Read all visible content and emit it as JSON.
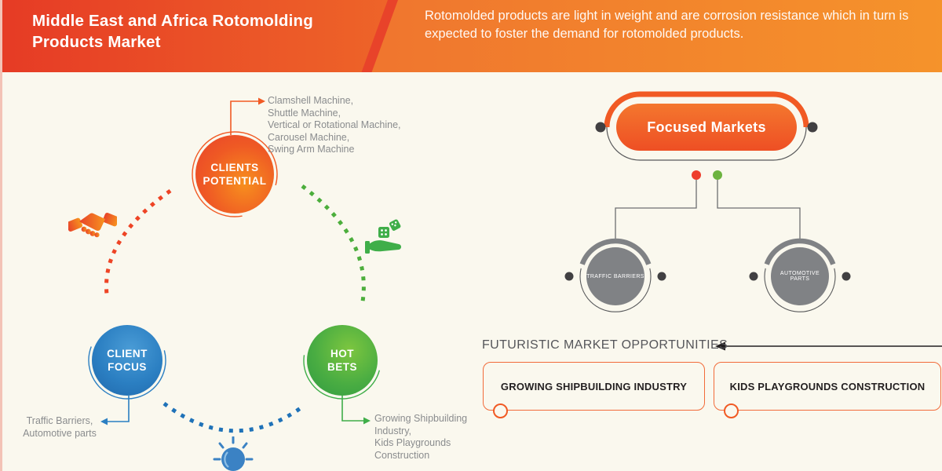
{
  "banner": {
    "title": "Middle East and Africa Rotomolding Products Market",
    "description": "Rotomolded products are light in weight and are corrosion resistance which in turn is expected to foster the demand for rotomolded products."
  },
  "cycle": {
    "clients_potential": {
      "label": "CLIENTS\nPOTENTIAL",
      "note": "Clamshell Machine,\nShuttle Machine,\nVertical or Rotational Machine,\nCarousel Machine,\nSwing Arm Machine"
    },
    "client_focus": {
      "label": "CLIENT\nFOCUS",
      "note": "Traffic Barriers,\nAutomotive parts"
    },
    "hot_bets": {
      "label": "HOT\nBETS",
      "note": "Growing Shipbuilding\nIndustry,\nKids Playgrounds\nConstruction"
    },
    "icons": {
      "handshake": "handshake-icon",
      "hand_with_dice": "hand-with-dice-icon",
      "lightbulb": "lightbulb-icon"
    }
  },
  "focused_markets": {
    "title": "Focused Markets",
    "nodes": [
      {
        "label": "TRAFFIC BARRIERS"
      },
      {
        "label": "AUTOMOTIVE PARTS"
      }
    ]
  },
  "opportunities": {
    "heading": "FUTURISTIC MARKET OPPORTUNITIES",
    "items": [
      {
        "label": "GROWING SHIPBUILDING INDUSTRY"
      },
      {
        "label": "KIDS PLAYGROUNDS CONSTRUCTION"
      }
    ]
  },
  "colors": {
    "orange": "#f15a24",
    "orange_light": "#f7941e",
    "red": "#e8422a",
    "blue": "#2b7fc2",
    "green": "#3fae49",
    "lime": "#8cc63f",
    "gray_node": "#808285",
    "dark": "#414042",
    "red_dot": "#ee3e2d",
    "green_dot": "#6cb33f",
    "background": "#faf8ee"
  }
}
